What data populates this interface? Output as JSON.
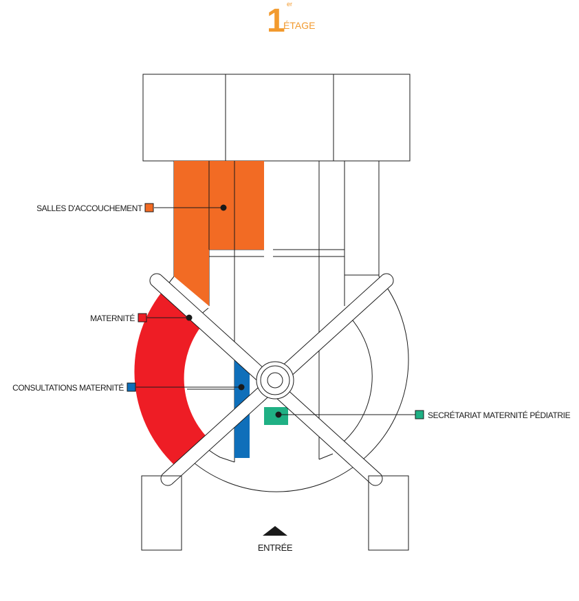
{
  "header": {
    "floor_number": "1",
    "floor_suffix": "er",
    "floor_word": "ÉTAGE",
    "accent_color": "#f29a2e"
  },
  "legend": [
    {
      "id": "salles",
      "label": "SALLES D'ACCOUCHEMENT",
      "color": "#f26b24"
    },
    {
      "id": "maternite",
      "label": "MATERNITÉ",
      "color": "#ee1d25"
    },
    {
      "id": "consultations",
      "label": "CONSULTATIONS MATERNITÉ",
      "color": "#0f6fba"
    },
    {
      "id": "secretariat",
      "label": "SECRÉTARIAT MATERNITÉ PÉDIATRIE",
      "color": "#1fb084"
    }
  ],
  "entrance": {
    "label": "ENTRÉE",
    "marker_icon": "triangle-up-icon"
  }
}
